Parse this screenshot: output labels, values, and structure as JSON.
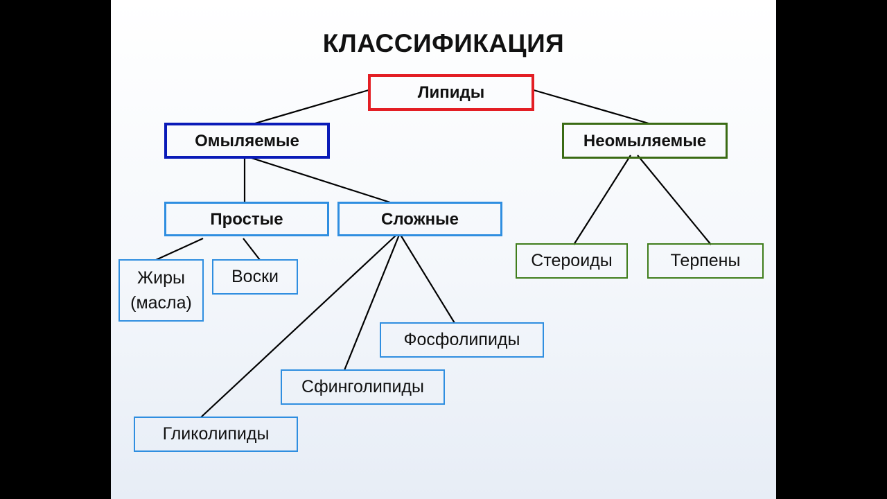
{
  "title": "КЛАССИФИКАЦИЯ",
  "nodes": {
    "lipids": "Липиды",
    "saponifiable": "Омыляемые",
    "unsaponifiable": "Неомыляемые",
    "simple": "Простые",
    "complex": "Сложные",
    "fats_line1": "Жиры",
    "fats_line2": "(масла)",
    "waxes": "Воски",
    "steroids": "Стероиды",
    "terpenes": "Терпены",
    "phospholipids": "Фосфолипиды",
    "sphingolipids": "Сфинголипиды",
    "glycolipids": "Гликолипиды"
  },
  "colors": {
    "root_border": "#e31e24",
    "saponifiable_border": "#0a1bb8",
    "unsaponifiable_border": "#3a6b14",
    "child_blue_border": "#2f8ee0",
    "child_green_border": "#3f7d1b",
    "connector": "#000000"
  }
}
